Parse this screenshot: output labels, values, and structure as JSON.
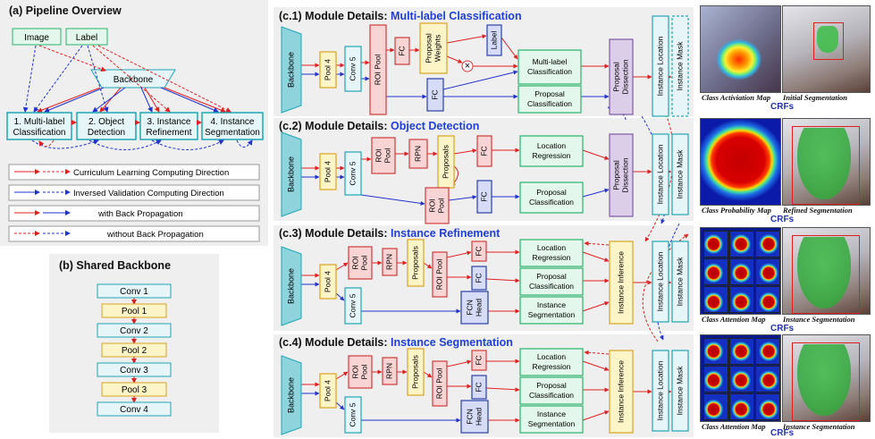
{
  "panel_a": {
    "title": "(a) Pipeline Overview",
    "image_label": "Image",
    "label_label": "Label",
    "backbone": "Backbone",
    "stages": [
      {
        "line1": "1. Multi-label",
        "line2": "Classification"
      },
      {
        "line1": "2. Object",
        "line2": "Detection"
      },
      {
        "line1": "3. Instance",
        "line2": "Refinement"
      },
      {
        "line1": "4. Instance",
        "line2": "Segmentation"
      }
    ],
    "legend": [
      "Curriculum Learning Computing Direction",
      "Inversed Validation Computing Direction",
      "with Back Propagation",
      "without Back Propagation"
    ]
  },
  "panel_b": {
    "title": "(b) Shared Backbone",
    "layers": [
      "Conv  1",
      "Pool 1",
      "Conv 2",
      "Pool 2",
      "Conv 3",
      "Pool 3",
      "Conv 4"
    ]
  },
  "modules": [
    {
      "prefix": "(c.1) Module Details: ",
      "name": "Multi-label Classification"
    },
    {
      "prefix": "(c.2) Module Details: ",
      "name": "Object Detection"
    },
    {
      "prefix": "(c.3) Module Details: ",
      "name": "Instance Refinement"
    },
    {
      "prefix": "(c.4) Module Details: ",
      "name": "Instance Segmentation"
    }
  ],
  "blocks": {
    "backbone": "Backbone",
    "pool4": "Pool 4",
    "conv5": "Conv 5",
    "roi_pool": "ROI Pool",
    "roi": "ROI",
    "pool": "Pool",
    "fc": "FC",
    "proposal": "Proposal",
    "weights": "Weights",
    "label": "Label",
    "multi_label_cls_1": "Multi-label",
    "multi_label_cls_2": "Classification",
    "proposal_cls_1": "Proposal",
    "proposal_cls_2": "Classification",
    "location_1": "Location",
    "location_2": "Regression",
    "instance_seg_1": "Instance",
    "instance_seg_2": "Segmentation",
    "proposal_dissection": "Proposal Dissection",
    "proposal_dissection_1": "Proposal",
    "proposal_dissection_2": "Dissection",
    "instance_location": "Instance Location",
    "instance_mask": "Instance Mask",
    "instance_inference": "Instance Inference",
    "rpn": "RPN",
    "proposals": "Proposals",
    "fcn": "FCN",
    "head": "Head"
  },
  "results": [
    {
      "left": "Class Activiation Map",
      "right": "Initial Segmentation"
    },
    {
      "left": "Class Probability Map",
      "right": "Refined Segmentation"
    },
    {
      "left": "Class Attention Map",
      "right": "Instance Segmentation"
    },
    {
      "left": "Class Attention Map",
      "right": "Instance Segmentation"
    }
  ],
  "crfs": "CRFs",
  "colors": {
    "teal": "#1fa6b4",
    "teal_fill": "#e6f6f8",
    "teal_block": "#8fd3dc",
    "yellow_fill": "#fdf4c8",
    "yellow_border": "#d9a520",
    "red_fill": "#f9d4d4",
    "red_border": "#d03c3c",
    "blue_fill": "#d6dcf5",
    "blue_border": "#2a3fa8",
    "purple_fill": "#dccde8",
    "purple_border": "#7d5aa6",
    "mint_fill": "#e3f7ec",
    "mint_border": "#28b46b",
    "arrow_red": "#e02020",
    "arrow_blue": "#2233cc",
    "title_blue": "#1f3fd6"
  }
}
